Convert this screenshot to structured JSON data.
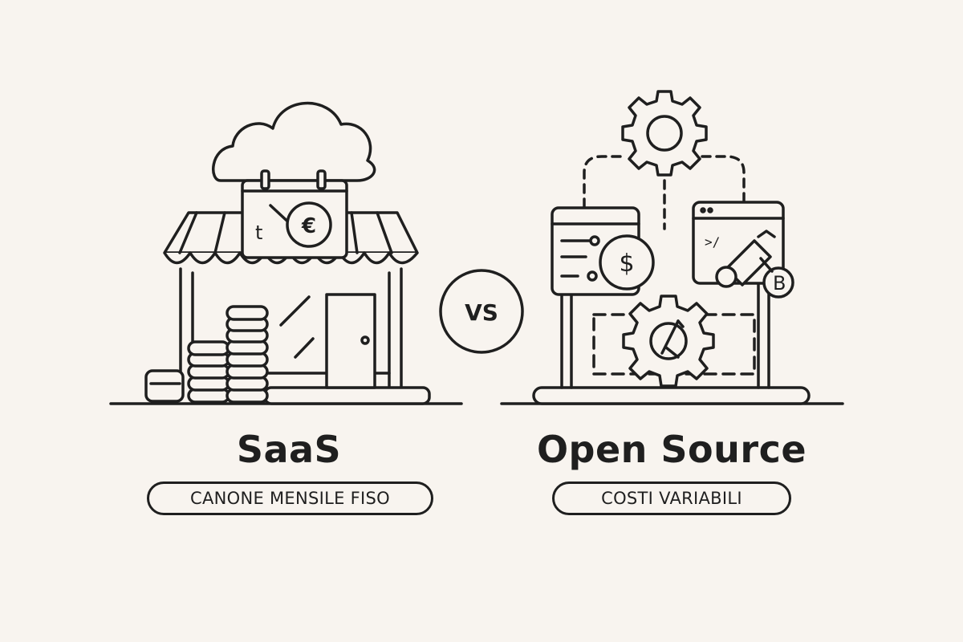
{
  "left": {
    "title": "SaaS",
    "badge": "CANONE MENSILE FISO",
    "icon": "storefront-cloud-subscription"
  },
  "center": {
    "label": "VS"
  },
  "right": {
    "title": "Open Source",
    "badge": "COSTI VARIABILI",
    "icon": "modular-gears-code-dollar"
  },
  "symbols": {
    "euro": "€",
    "dollar": "$",
    "calendar_mark": "t",
    "code_mark": ">/"
  },
  "colors": {
    "background": "#f8f4ef",
    "ink": "#1f1f1f"
  }
}
